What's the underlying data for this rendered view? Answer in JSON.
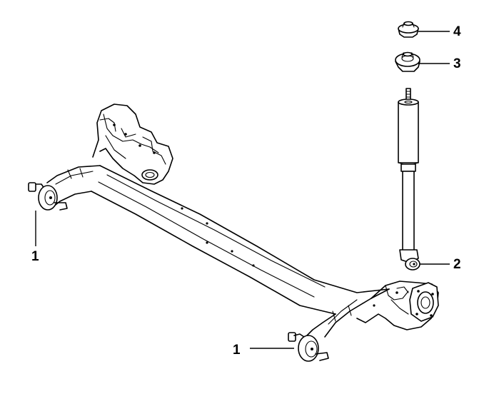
{
  "callouts": [
    {
      "id": "left-bushing",
      "label": "1"
    },
    {
      "id": "right-bushing",
      "label": "1"
    },
    {
      "id": "shock-absorber",
      "label": "2"
    },
    {
      "id": "lower-mount",
      "label": "3"
    },
    {
      "id": "upper-mount",
      "label": "4"
    }
  ]
}
